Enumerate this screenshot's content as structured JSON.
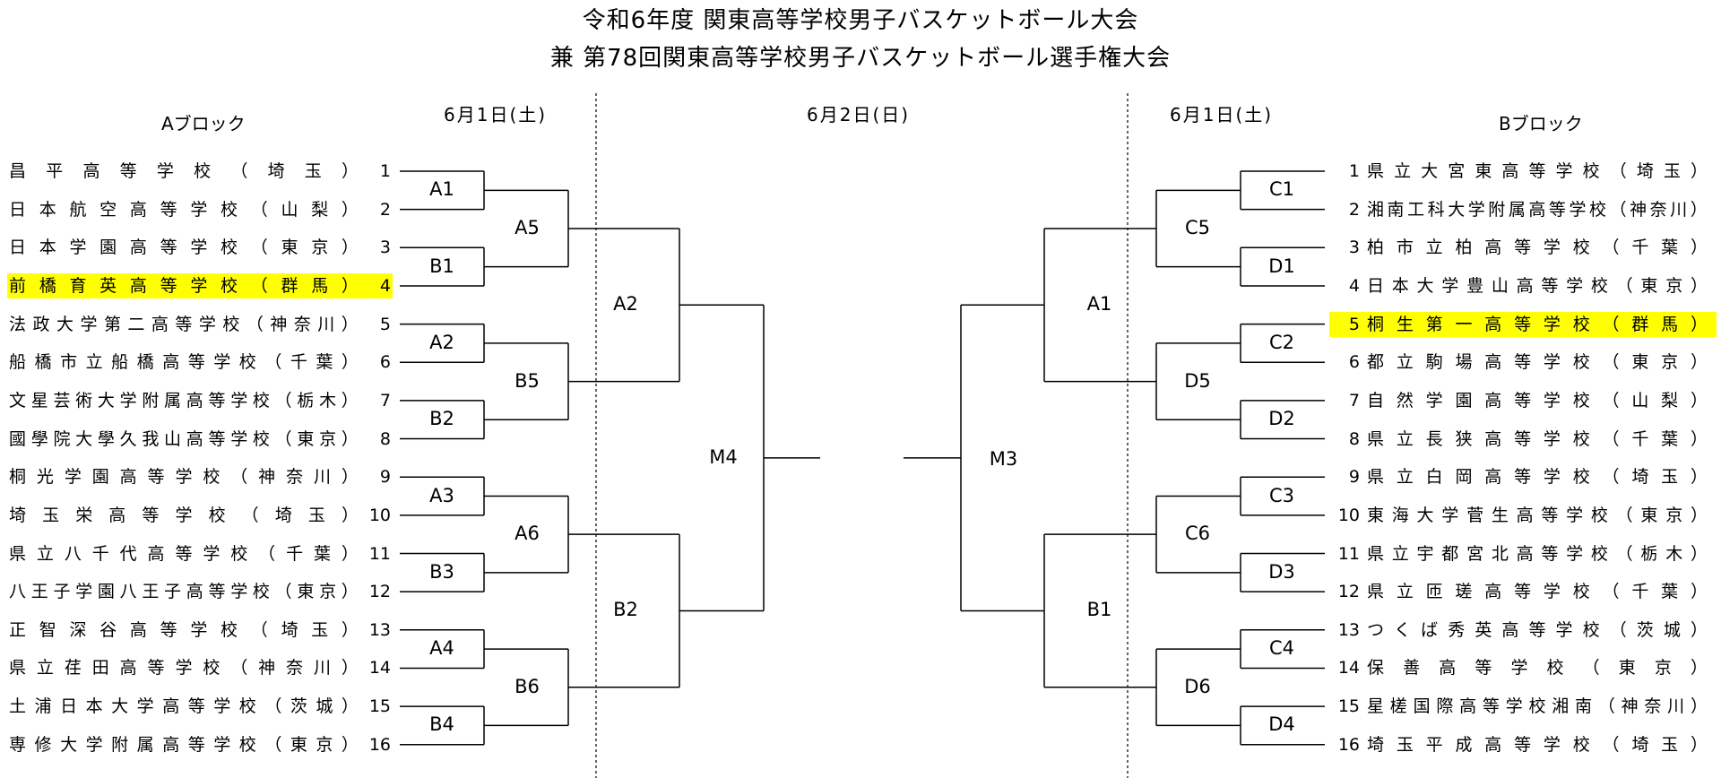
{
  "title": {
    "line1": "令和6年度 関東高等学校男子バスケットボール大会",
    "line2": "兼 第78回関東高等学校男子バスケットボール選手権大会"
  },
  "headers": {
    "block_a": "Aブロック",
    "block_b": "Bブロック",
    "date_left": "6月1日(土)",
    "date_center": "6月2日(日)",
    "date_right": "6月1日(土)"
  },
  "block_a": [
    {
      "num": "1",
      "school": "昌平高等学校（埼玉）",
      "highlight": false
    },
    {
      "num": "2",
      "school": "日本航空高等学校（山梨）",
      "highlight": false
    },
    {
      "num": "3",
      "school": "日本学園高等学校（東京）",
      "highlight": false
    },
    {
      "num": "4",
      "school": "前橋育英高等学校（群馬）",
      "highlight": true
    },
    {
      "num": "5",
      "school": "法政大学第二高等学校（神奈川）",
      "highlight": false
    },
    {
      "num": "6",
      "school": "船橋市立船橋高等学校（千葉）",
      "highlight": false
    },
    {
      "num": "7",
      "school": "文星芸術大学附属高等学校（栃木）",
      "highlight": false
    },
    {
      "num": "8",
      "school": "國學院大學久我山高等学校（東京）",
      "highlight": false
    },
    {
      "num": "9",
      "school": "桐光学園高等学校（神奈川）",
      "highlight": false
    },
    {
      "num": "10",
      "school": "埼玉栄高等学校（埼玉）",
      "highlight": false
    },
    {
      "num": "11",
      "school": "県立八千代高等学校（千葉）",
      "highlight": false
    },
    {
      "num": "12",
      "school": "八王子学園八王子高等学校（東京）",
      "highlight": false
    },
    {
      "num": "13",
      "school": "正智深谷高等学校（埼玉）",
      "highlight": false
    },
    {
      "num": "14",
      "school": "県立荏田高等学校（神奈川）",
      "highlight": false
    },
    {
      "num": "15",
      "school": "土浦日本大学高等学校（茨城）",
      "highlight": false
    },
    {
      "num": "16",
      "school": "専修大学附属高等学校（東京）",
      "highlight": false
    }
  ],
  "block_b": [
    {
      "num": "1",
      "school": "県立大宮東高等学校（埼玉）",
      "highlight": false
    },
    {
      "num": "2",
      "school": "湘南工科大学附属高等学校（神奈川）",
      "highlight": false
    },
    {
      "num": "3",
      "school": "柏市立柏高等学校（千葉）",
      "highlight": false
    },
    {
      "num": "4",
      "school": "日本大学豊山高等学校（東京）",
      "highlight": false
    },
    {
      "num": "5",
      "school": "桐生第一高等学校（群馬）",
      "highlight": true
    },
    {
      "num": "6",
      "school": "都立駒場高等学校（東京）",
      "highlight": false
    },
    {
      "num": "7",
      "school": "自然学園高等学校（山梨）",
      "highlight": false
    },
    {
      "num": "8",
      "school": "県立長狭高等学校（千葉）",
      "highlight": false
    },
    {
      "num": "9",
      "school": "県立白岡高等学校（埼玉）",
      "highlight": false
    },
    {
      "num": "10",
      "school": "東海大学菅生高等学校（東京）",
      "highlight": false
    },
    {
      "num": "11",
      "school": "県立宇都宮北高等学校（栃木）",
      "highlight": false
    },
    {
      "num": "12",
      "school": "県立匝瑳高等学校（千葉）",
      "highlight": false
    },
    {
      "num": "13",
      "school": "つくば秀英高等学校（茨城）",
      "highlight": false
    },
    {
      "num": "14",
      "school": "保善高等学校（東京）",
      "highlight": false
    },
    {
      "num": "15",
      "school": "星槎国際高等学校湘南（神奈川）",
      "highlight": false
    },
    {
      "num": "16",
      "school": "埼玉平成高等学校（埼玉）",
      "highlight": false
    }
  ],
  "match_codes": {
    "left_r1": [
      "A1",
      "B1",
      "A2",
      "B2",
      "A3",
      "B3",
      "A4",
      "B4"
    ],
    "left_r2": [
      "A5",
      "B5",
      "A6",
      "B6"
    ],
    "left_r3": [
      "A2",
      "B2"
    ],
    "left_final": "M4",
    "right_r1": [
      "C1",
      "D1",
      "C2",
      "D2",
      "C3",
      "D3",
      "C4",
      "D4"
    ],
    "right_r2": [
      "C5",
      "D5",
      "C6",
      "D6"
    ],
    "right_r3": [
      "A1",
      "B1"
    ],
    "right_final": "M3"
  },
  "colors": {
    "highlight": "#ffff00",
    "line": "#000000"
  }
}
